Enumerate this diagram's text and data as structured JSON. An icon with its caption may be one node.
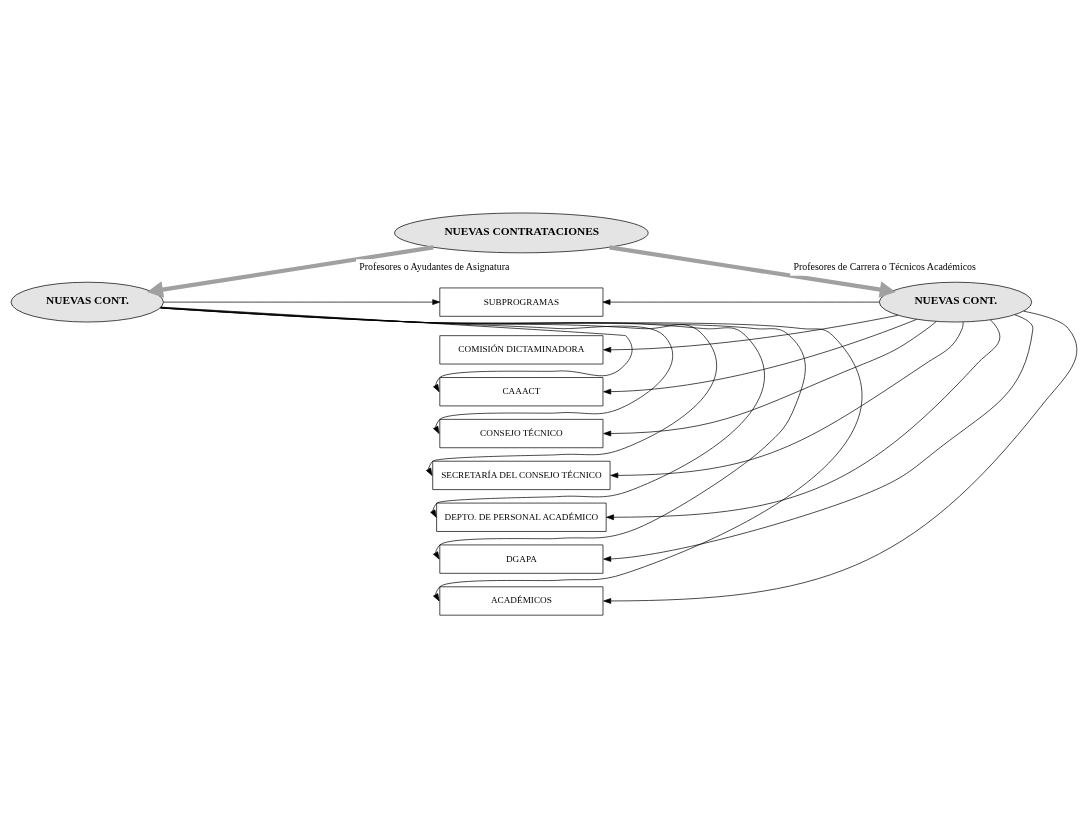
{
  "diagram": {
    "nodes": [
      {
        "text": [
          "NUEVAS CONTRATACIONES"
        ]
      },
      {
        "text": [
          "SUBPROGRAMAS"
        ]
      },
      {
        "text": [
          "COMISIÓN DICTAMINADORA"
        ]
      },
      {
        "text": [
          "CAAACT"
        ]
      },
      {
        "text": [
          "CONSEJO TÉCNICO"
        ]
      },
      {
        "text": [
          "SECRETARÍA DEL CONSEJO TÉCNICO"
        ]
      },
      {
        "text": [
          "DEPTO. DE PERSONAL ACADÉMICO"
        ]
      },
      {
        "text": [
          "DGAPA"
        ]
      },
      {
        "text": [
          "ACADÉMICOS"
        ]
      },
      {
        "text": [
          "NUEVAS CONT."
        ]
      },
      {
        "text": [
          "NUEVAS CONT."
        ]
      }
    ],
    "edges": [
      {
        "from": 0,
        "to": 9,
        "arrow": "to",
        "label": "Profesores o Ayudantes de Asignatura",
        "style": "thick",
        "color": "#a0a0a0"
      },
      {
        "from": 0,
        "to": 10,
        "arrow": "to",
        "label": "Profesores de Carrera o Técnicos Académicos",
        "style": "thick",
        "color": "#a0a0a0"
      },
      {
        "from": 9,
        "to": 1,
        "arrow": "to"
      },
      {
        "from": 9,
        "to": 3,
        "arrow": "to"
      },
      {
        "from": 9,
        "to": 4,
        "arrow": "to"
      },
      {
        "from": 9,
        "to": 5,
        "arrow": "to"
      },
      {
        "from": 9,
        "to": 6,
        "arrow": "to"
      },
      {
        "from": 9,
        "to": 7,
        "arrow": "to"
      },
      {
        "from": 9,
        "to": 8,
        "arrow": "to"
      },
      {
        "from": 10,
        "to": 1,
        "arrow": "to"
      },
      {
        "from": 10,
        "to": 2,
        "arrow": "to"
      },
      {
        "from": 10,
        "to": 3,
        "arrow": "to"
      },
      {
        "from": 10,
        "to": 4,
        "arrow": "to"
      },
      {
        "from": 10,
        "to": 5,
        "arrow": "to"
      },
      {
        "from": 10,
        "to": 6,
        "arrow": "to"
      },
      {
        "from": 10,
        "to": 7,
        "arrow": "to"
      },
      {
        "from": 10,
        "to": 8,
        "arrow": "to"
      }
    ]
  }
}
